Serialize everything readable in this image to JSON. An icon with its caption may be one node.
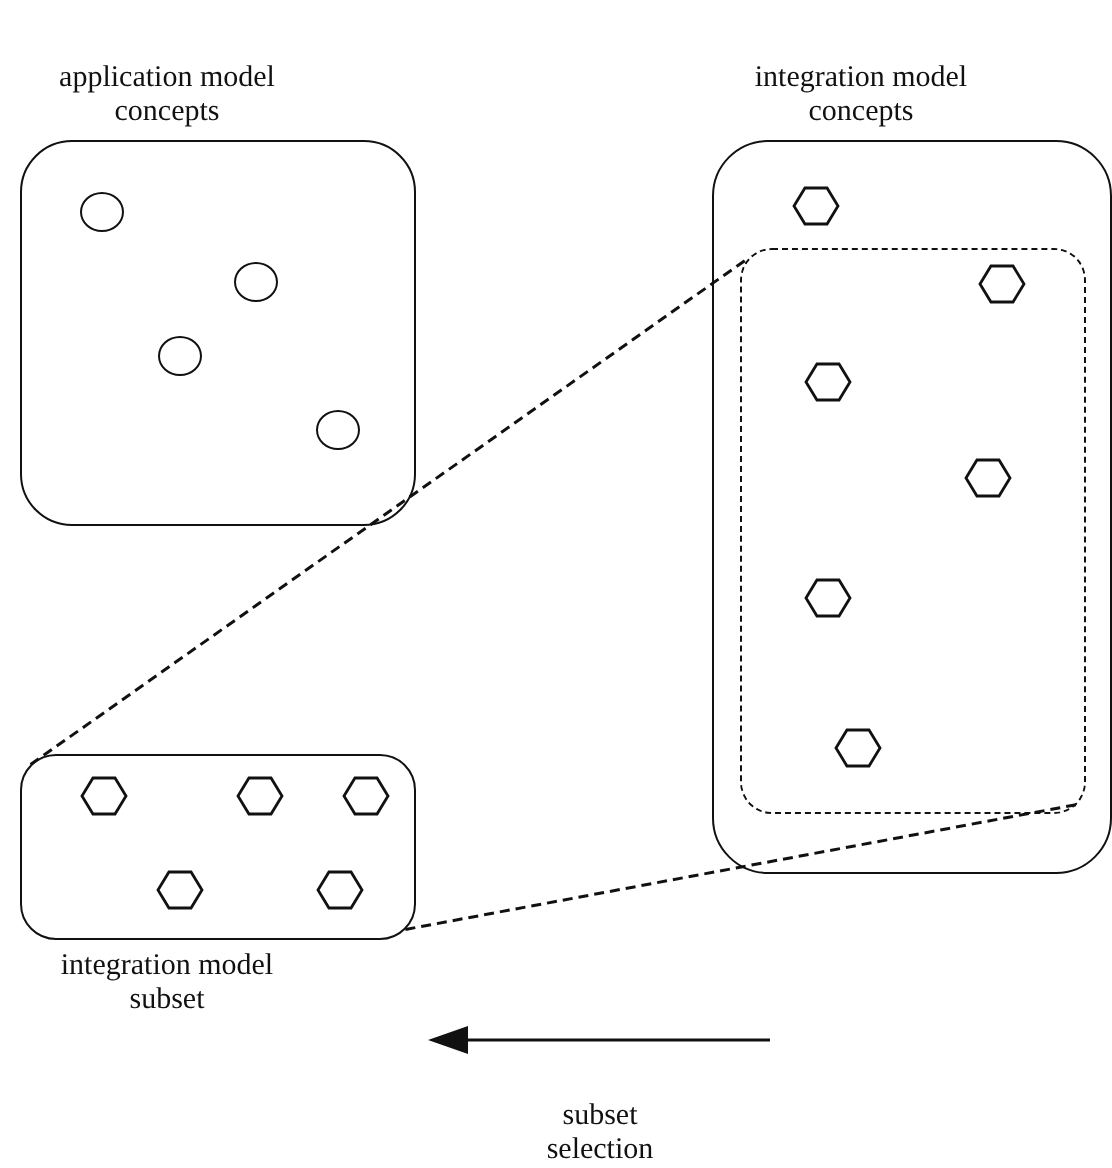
{
  "diagram": {
    "nodes": [
      {
        "text": [
          "application model concepts"
        ]
      },
      {
        "text": [],
        "shape": "circle",
        "in": 0
      },
      {
        "text": [],
        "shape": "circle",
        "in": 0
      },
      {
        "text": [],
        "shape": "circle",
        "in": 0
      },
      {
        "text": [],
        "shape": "circle",
        "in": 0
      },
      {
        "text": [
          "integration model concepts"
        ]
      },
      {
        "text": [],
        "shape": "box",
        "in": 5
      },
      {
        "text": [],
        "shape": "hexagon",
        "in": 5
      },
      {
        "text": [],
        "shape": "hexagon",
        "in": 6
      },
      {
        "text": [],
        "shape": "hexagon",
        "in": 6
      },
      {
        "text": [],
        "shape": "hexagon",
        "in": 6
      },
      {
        "text": [],
        "shape": "hexagon",
        "in": 6
      },
      {
        "text": [],
        "shape": "hexagon",
        "in": 6
      },
      {
        "text": [
          "integration model subset"
        ]
      },
      {
        "text": [],
        "shape": "hexagon",
        "in": 13
      },
      {
        "text": [],
        "shape": "hexagon",
        "in": 13
      },
      {
        "text": [],
        "shape": "hexagon",
        "in": 13
      },
      {
        "text": [],
        "shape": "hexagon",
        "in": 13
      },
      {
        "text": [],
        "shape": "hexagon",
        "in": 13
      }
    ],
    "edges": [
      {
        "from": 13,
        "to": 6,
        "arrow": "none",
        "style": "dashed"
      },
      {
        "from": 13,
        "to": 6,
        "arrow": "none",
        "style": "dashed"
      }
    ],
    "labels": [
      "subset selection"
    ]
  }
}
